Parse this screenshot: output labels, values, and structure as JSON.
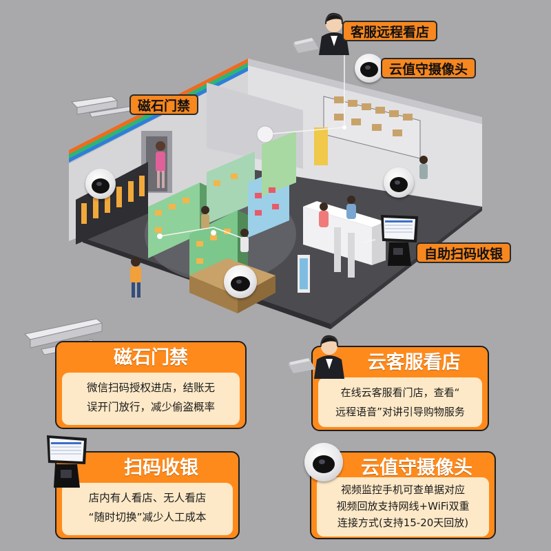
{
  "labels": {
    "remote_service": "客服远程看店",
    "cloud_camera": "云值守摄像头",
    "magnetic_lock": "磁石门禁",
    "self_checkout": "自助扫码收银"
  },
  "cards": [
    {
      "title": "磁石门禁",
      "lines": [
        "微信扫码授权进店，结账无",
        "误开门放行，减少偷盗概率"
      ]
    },
    {
      "title": "云客服看店",
      "lines": [
        "在线云客服看门店，查看“",
        "远程语音”对讲引导购物服务"
      ]
    },
    {
      "title": "扫码收银",
      "lines": [
        "店内有人看店、无人看店",
        "“随时切换”减少人工成本"
      ]
    },
    {
      "title": "云值守摄像头",
      "lines": [
        "视频监控手机可查单据对应",
        "视频回放支持网线+WiFi双重",
        "连接方式(支持15-20天回放)"
      ]
    }
  ],
  "colors": {
    "accent": "#ff8a1c",
    "card_body": "#fde9c8",
    "background": "#a9a9ab"
  }
}
